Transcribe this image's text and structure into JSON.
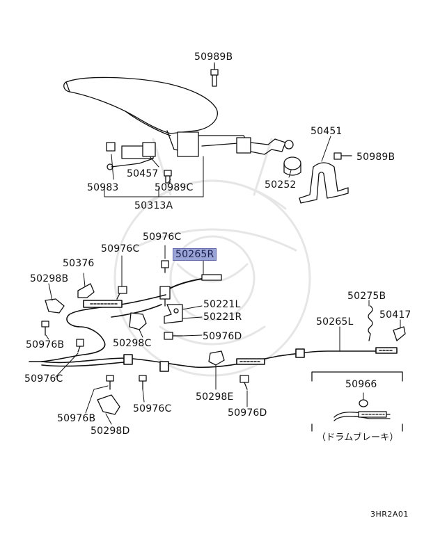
{
  "diagram": {
    "part_labels": {
      "p50989B_top": "50989B",
      "p50451": "50451",
      "p50989B_right": "50989B",
      "p50457": "50457",
      "p50983": "50983",
      "p50989C": "50989C",
      "p50252": "50252",
      "p50313A": "50313A",
      "p50976C_a": "50976C",
      "p50976C_b": "50976C",
      "p50265R": "50265R",
      "p50376": "50376",
      "p50298B": "50298B",
      "p50221L": "50221L",
      "p50221R": "50221R",
      "p50275B": "50275B",
      "p50417": "50417",
      "p50265L": "50265L",
      "p50976B_a": "50976B",
      "p50298C": "50298C",
      "p50976D_a": "50976D",
      "p50976C_c": "50976C",
      "p50966": "50966",
      "p50298E": "50298E",
      "p50976D_b": "50976D",
      "p50976B_b": "50976B",
      "p50976C_d": "50976C",
      "p50298D": "50298D"
    },
    "drum_brake_note": "（ドラムブレーキ）",
    "diagram_code": "3HR2A01",
    "highlight_color": "#9aa3d6"
  }
}
